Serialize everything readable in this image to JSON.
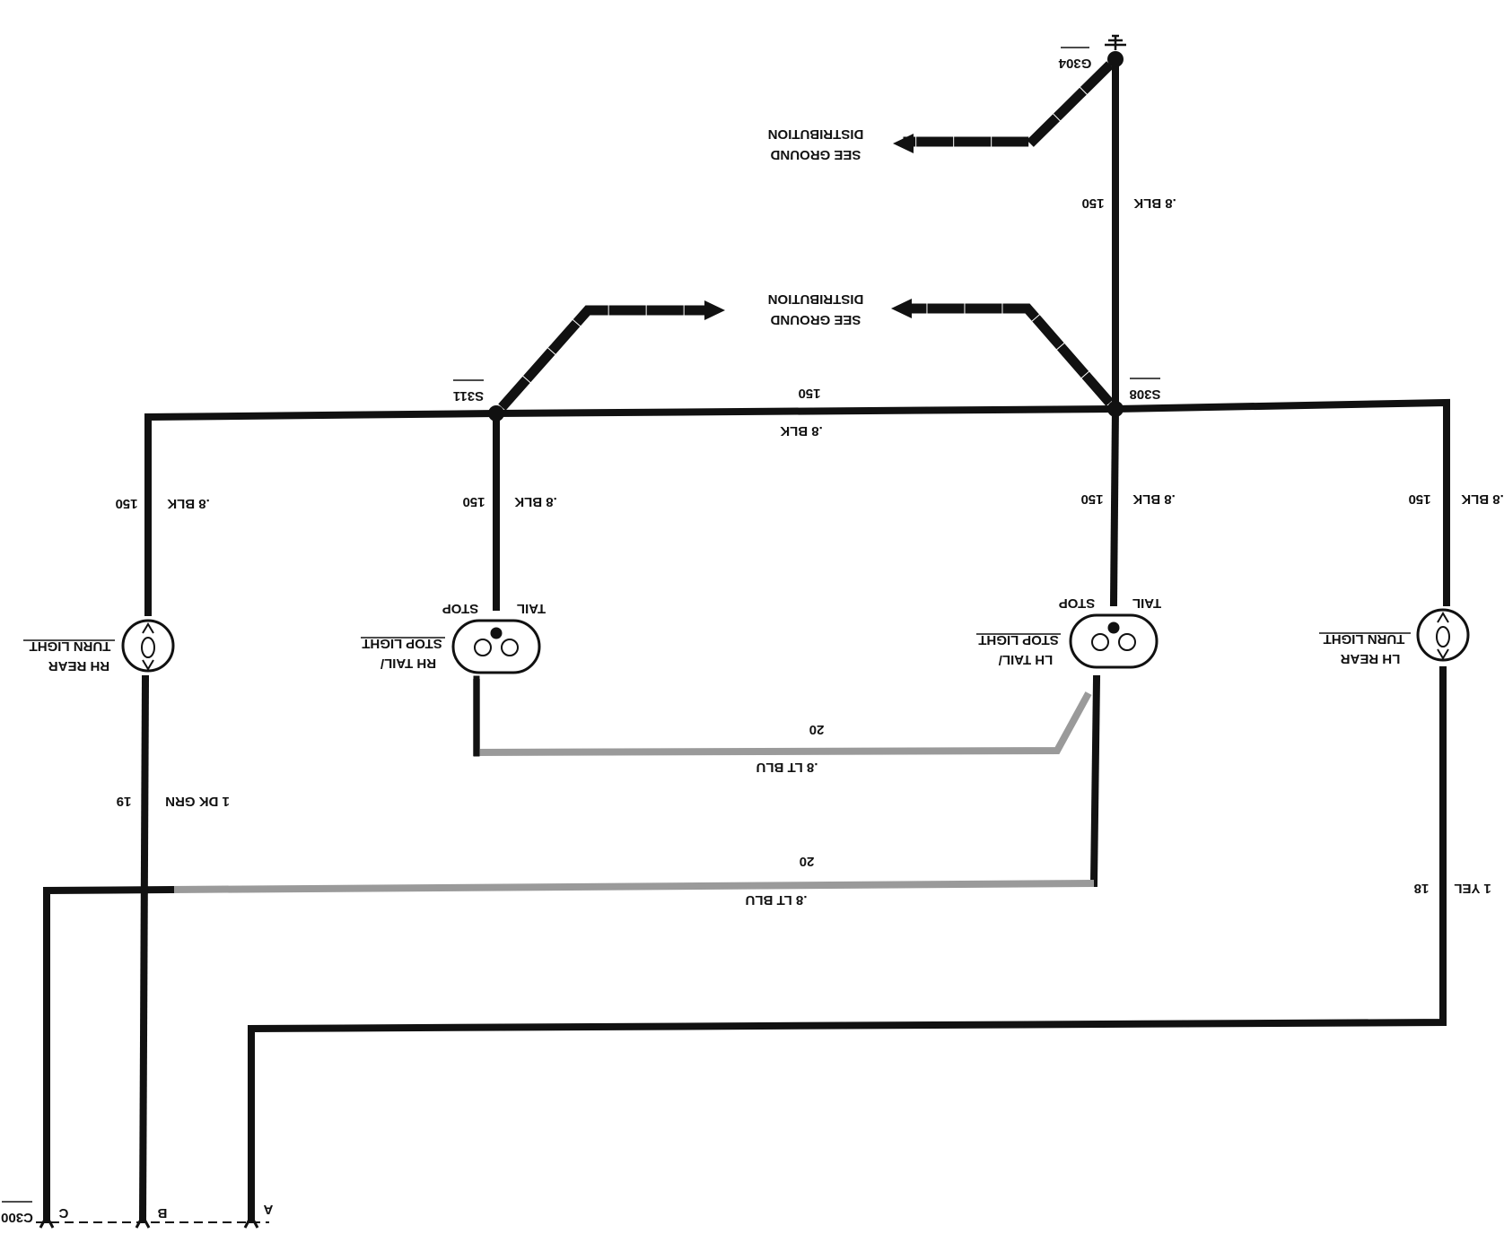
{
  "colors": {
    "wire": "#111111",
    "lt_blu_wire": "#9a9a9a",
    "background": "#ffffff"
  },
  "ground": {
    "id": "G304",
    "icon": "ground-symbol-icon"
  },
  "splices": {
    "s308": "S308",
    "s311": "S311"
  },
  "ground_refs": {
    "text_line1": "SEE GROUND",
    "text_line2": "DISTRIBUTION"
  },
  "wire_labels": {
    "blk_color": ".8 BLK",
    "blk_circuit": "150",
    "blu_color": ".8 LT BLU",
    "blu_circuit": "20",
    "grn_color": "1 DK GRN",
    "grn_circuit": "19",
    "yel_color": "1 YEL",
    "yel_circuit": "18"
  },
  "components": {
    "lh_rear_turn": {
      "line1": "LH REAR",
      "line2": "TURN LIGHT"
    },
    "rh_rear_turn": {
      "line1": "RH REAR",
      "line2": "TURN LIGHT"
    },
    "lh_tail_stop": {
      "line1": "LH TAIL/",
      "line2": "STOP LIGHT"
    },
    "rh_tail_stop": {
      "line1": "RH TAIL/",
      "line2": "STOP LIGHT"
    },
    "filament_tail": "TAIL",
    "filament_stop": "STOP"
  },
  "connector": {
    "id": "C300",
    "pin_a": "A",
    "pin_b": "B",
    "pin_c": "C"
  }
}
